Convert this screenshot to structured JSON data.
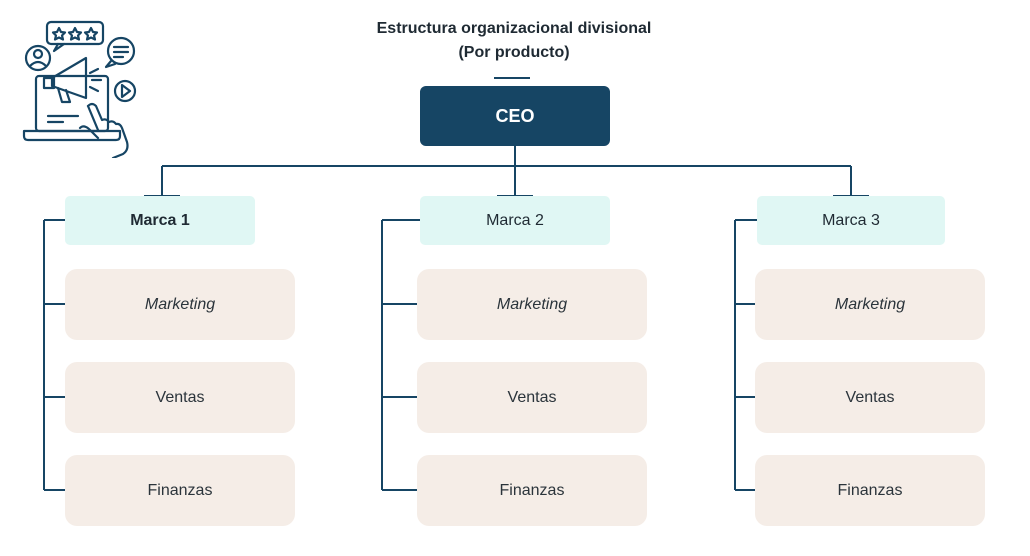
{
  "title": {
    "line1": "Estructura organizacional divisional",
    "line2": "(Por producto)"
  },
  "ceo": {
    "label": "CEO"
  },
  "brands": [
    {
      "label": "Marca 1",
      "departments": [
        "Marketing",
        "Ventas",
        "Finanzas"
      ]
    },
    {
      "label": "Marca 2",
      "departments": [
        "Marketing",
        "Ventas",
        "Finanzas"
      ]
    },
    {
      "label": "Marca 3",
      "departments": [
        "Marketing",
        "Ventas",
        "Finanzas"
      ]
    }
  ],
  "icons": {
    "logo": "digital-marketing-icon"
  },
  "colors": {
    "ceo_fill": "#164564",
    "line": "#164564",
    "brand_fill": "#e0f7f4",
    "department_fill": "#f5ede7"
  }
}
